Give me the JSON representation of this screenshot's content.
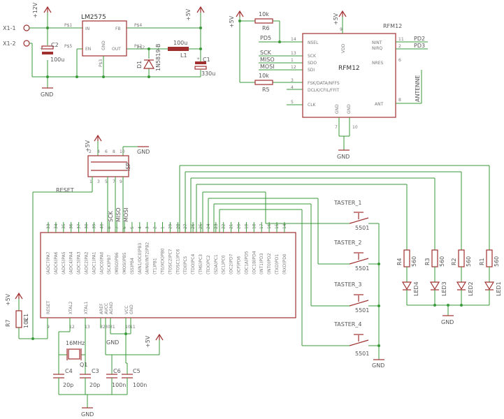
{
  "components": {
    "lm2575": {
      "name": "LM2575",
      "pins": {
        "in": "IN",
        "fb": "FB",
        "en": "EN",
        "out": "OUT",
        "gnd": "GND"
      },
      "pin_nums": {
        "p1": "P$1",
        "p4": "P$4",
        "p5": "P$5",
        "p2": "P$2",
        "p3": "P$3"
      }
    },
    "x1_1": "X1-1",
    "x1_2": "X1-2",
    "c2": {
      "name": "C2",
      "value": "100u"
    },
    "l1": {
      "name": "L1",
      "value": "100u"
    },
    "d1": {
      "name": "D1",
      "value": "1N5819-B"
    },
    "c1": {
      "name": "C1",
      "value": "330u"
    },
    "r6": {
      "name": "R6",
      "value": "10k"
    },
    "r5": {
      "name": "R5",
      "value": "10k"
    },
    "rfm12": {
      "name": "RFM12",
      "label": "RFM12",
      "antenna": "ANTENNE",
      "pins_left": [
        "NSEL",
        "SCK",
        "SDO",
        "SDI",
        "FSK/DATA/NFFS",
        "DCLK/CFIL/FFIT",
        "CLK"
      ],
      "pins_right": [
        "NINT",
        "NIRQ",
        "NRES",
        "ANT"
      ],
      "pins_top": [
        "VDD"
      ],
      "pins_bottom": [
        "GND",
        "GND"
      ],
      "nums_left": [
        "14",
        "13",
        "1",
        "12",
        "3",
        "4",
        "5"
      ],
      "nums_right": [
        "11",
        "2",
        "6",
        "8"
      ],
      "num_top": "9",
      "nums_bottom": [
        "7",
        "10"
      ]
    },
    "isp": "ISP",
    "ic1": {
      "name": "IC1",
      "top_pins": [
        "(ADC7)PA7",
        "(ADC6)PA6",
        "(ADC5)PA5",
        "(ADC4)PA4",
        "(ADC3)PA3",
        "(ADC2)PA2",
        "(ADC1)PA1",
        "(ADC0)PA0",
        "(SCK)PB7",
        "(MISO)PB6",
        "(MOSI)PB5",
        "(SS)PB4",
        "(AIN1/OC0)PB3",
        "(AIN0/INT2)PB2",
        "(T1)PB1",
        "(T0/XCK)PB0",
        "(TOSC2)PC7",
        "(TOSC1)PC6",
        "(TDI)PC5",
        "(TDO)PC4",
        "(TMS)PC3",
        "(TCK)PC2",
        "(SDA)PC1",
        "(SCL)PC0",
        "(OC2)PD7",
        "(ICP)PD6",
        "(OC1A)PD5",
        "(OC1B)PD4",
        "(INT1)PD3",
        "(INT0)PD2",
        "(TXD)PD1",
        "(RXD)PD0"
      ],
      "top_nums": [
        "33",
        "34",
        "35",
        "36",
        "37",
        "38",
        "39",
        "40",
        "8",
        "7",
        "6",
        "5",
        "4",
        "3",
        "2",
        "1",
        "29",
        "28",
        "27",
        "26",
        "25",
        "24",
        "23",
        "22",
        "21",
        "20",
        "19",
        "18",
        "17",
        "16",
        "15",
        "14"
      ],
      "bottom_pins": [
        "RESET",
        "XTAL2",
        "XTAL1",
        "AREF",
        "AVCC",
        "AGND",
        "VCC",
        "GND"
      ],
      "bottom_nums": [
        "9",
        "12",
        "13",
        "32",
        "30",
        "31",
        "10",
        "11"
      ]
    },
    "q1": {
      "name": "Q1",
      "value": "16MHz"
    },
    "c4": {
      "name": "C4",
      "value": "20p"
    },
    "c3": {
      "name": "C3",
      "value": "20p"
    },
    "c6": {
      "name": "C6",
      "value": "100n"
    },
    "c5": {
      "name": "C5",
      "value": "100n"
    },
    "r7": {
      "name": "R7",
      "value": "10k"
    },
    "tasters": [
      {
        "name": "TASTER_1",
        "value": "5501"
      },
      {
        "name": "TASTER_2",
        "value": "5501"
      },
      {
        "name": "TASTER_3",
        "value": "5501"
      },
      {
        "name": "TASTER_4",
        "value": "5501"
      }
    ],
    "resistors_led": [
      {
        "name": "R4",
        "value": "560"
      },
      {
        "name": "R3",
        "value": "560"
      },
      {
        "name": "R2",
        "value": "560"
      },
      {
        "name": "R1",
        "value": "560"
      }
    ],
    "leds": [
      "LED4",
      "LED3",
      "LED2",
      "LED1"
    ]
  },
  "nets": {
    "v12": "+12V",
    "v5": "+5V",
    "gnd": "GND",
    "reset": "RESET",
    "sck": "SCK",
    "miso": "MISO",
    "mosi": "MOSI",
    "pd5": "PD5",
    "pd2": "PD2",
    "pd3": "PD3",
    "p2": "P$2"
  },
  "isp_nums": [
    "2",
    "4",
    "6",
    "8",
    "10",
    "1",
    "3",
    "5",
    "7",
    "9"
  ]
}
